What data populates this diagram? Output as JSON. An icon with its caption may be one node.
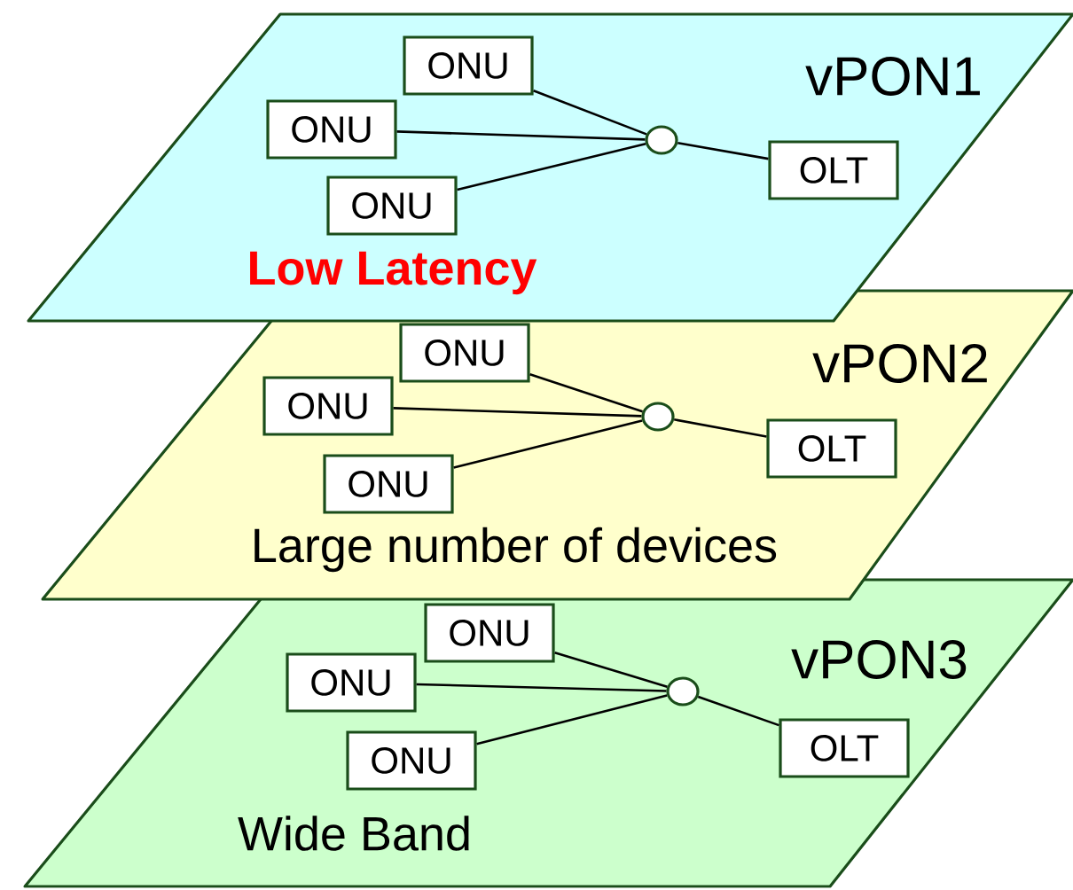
{
  "diagram": {
    "nodes": [
      {
        "text": [
          "vPON1",
          "Low Latency"
        ]
      },
      {
        "text": [
          "ONU"
        ],
        "in": 0
      },
      {
        "text": [
          "ONU"
        ],
        "in": 0
      },
      {
        "text": [
          "ONU"
        ],
        "in": 0
      },
      {
        "text": [],
        "shape": "circle",
        "in": 0
      },
      {
        "text": [
          "OLT"
        ],
        "in": 0
      },
      {
        "text": [
          "vPON2",
          "Large number of devices"
        ]
      },
      {
        "text": [
          "ONU"
        ],
        "in": 6
      },
      {
        "text": [
          "ONU"
        ],
        "in": 6
      },
      {
        "text": [
          "ONU"
        ],
        "in": 6
      },
      {
        "text": [],
        "shape": "circle",
        "in": 6
      },
      {
        "text": [
          "OLT"
        ],
        "in": 6
      },
      {
        "text": [
          "vPON3",
          "Wide Band"
        ]
      },
      {
        "text": [
          "ONU"
        ],
        "in": 12
      },
      {
        "text": [
          "ONU"
        ],
        "in": 12
      },
      {
        "text": [
          "ONU"
        ],
        "in": 12
      },
      {
        "text": [],
        "shape": "circle",
        "in": 12
      },
      {
        "text": [
          "OLT"
        ],
        "in": 12
      }
    ],
    "edges": [
      {
        "from": 1,
        "to": 4,
        "arrow": "none"
      },
      {
        "from": 2,
        "to": 4,
        "arrow": "none"
      },
      {
        "from": 3,
        "to": 4,
        "arrow": "none"
      },
      {
        "from": 4,
        "to": 5,
        "arrow": "none"
      },
      {
        "from": 7,
        "to": 10,
        "arrow": "none"
      },
      {
        "from": 8,
        "to": 10,
        "arrow": "none"
      },
      {
        "from": 9,
        "to": 10,
        "arrow": "none"
      },
      {
        "from": 10,
        "to": 11,
        "arrow": "none"
      },
      {
        "from": 13,
        "to": 16,
        "arrow": "none"
      },
      {
        "from": 14,
        "to": 16,
        "arrow": "none"
      },
      {
        "from": 15,
        "to": 16,
        "arrow": "none"
      },
      {
        "from": 16,
        "to": 17,
        "arrow": "none"
      }
    ]
  }
}
